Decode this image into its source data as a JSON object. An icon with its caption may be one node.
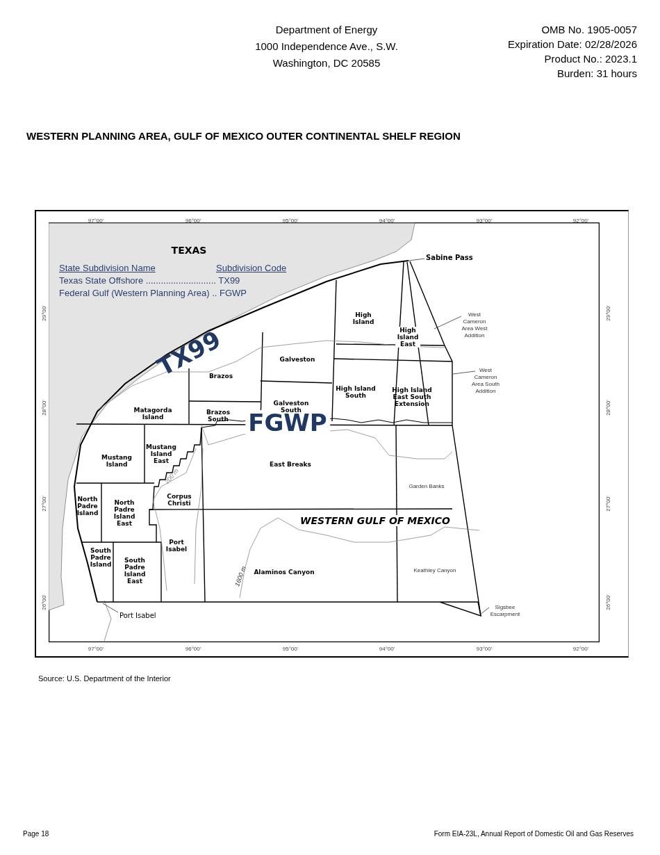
{
  "diagram": {
    "title": "WESTERN PLANNING AREA, GULF OF MEXICO OUTER CONTINENTAL SHELF REGION",
    "caption": "Source:  U.S. Department of the Interior",
    "nodes": [
      {
        "text": [
          "Sabine Pass"
        ]
      },
      {
        "text": [
          "West Cameron Area West Addition"
        ]
      },
      {
        "text": [
          "West Cameron Area South Addition"
        ]
      },
      {
        "text": [
          "Sigsbee Escarpment"
        ]
      },
      {
        "text": [
          "Port Isabel"
        ]
      }
    ],
    "edges": [
      {
        "from": 0,
        "to": null,
        "arrow": "none"
      },
      {
        "from": 1,
        "to": null,
        "arrow": "none"
      },
      {
        "from": 2,
        "to": null,
        "arrow": "none"
      },
      {
        "from": 3,
        "to": null,
        "arrow": "none"
      },
      {
        "from": 4,
        "to": null,
        "arrow": "none"
      }
    ],
    "labels": [
      "Department of Energy",
      "1000 Independence Ave., S.W.",
      "Washington, DC 20585",
      "OMB No. 1905-0057",
      "Expiration Date:  02/28/2026",
      "Product No.: 2023.1",
      "Burden:  31 hours",
      "TEXAS",
      "State Subdivision Name",
      "Subdivision Code",
      "Texas State Offshore  ............................ TX99",
      "Federal Gulf  (Western Planning Area)  .. FGWP",
      "TX99",
      "FGWP",
      "WESTERN GULF OF MEXICO",
      "High Island",
      "High Island East",
      "Galveston",
      "Brazos",
      "High Island South",
      "High Island East South Extension",
      "Galveston South",
      "Matagorda Island",
      "Brazos South",
      "Mustang Island East",
      "Mustang Island",
      "East Breaks",
      "Garden Banks",
      "Corpus Christi",
      "North Padre Island",
      "North Padre Island East",
      "Port Isabel",
      "South Padre Island",
      "South Padre Island East",
      "Alaminos Canyon",
      "Keathley Canyon",
      "200 m",
      "1600 m",
      "97°00'",
      "96°00'",
      "95°00'",
      "94°00'",
      "93°00'",
      "92°00'",
      "97°00'",
      "96°00'",
      "95°00'",
      "94°00'",
      "93°00'",
      "92°00'",
      "29°00'",
      "28°00'",
      "27°00'",
      "26°00'",
      "29°00'",
      "28°00'",
      "27°00'",
      "26°00'",
      "Page 18",
      "Form EIA-23L, Annual Report of Domestic Oil and Gas Reserves"
    ]
  }
}
